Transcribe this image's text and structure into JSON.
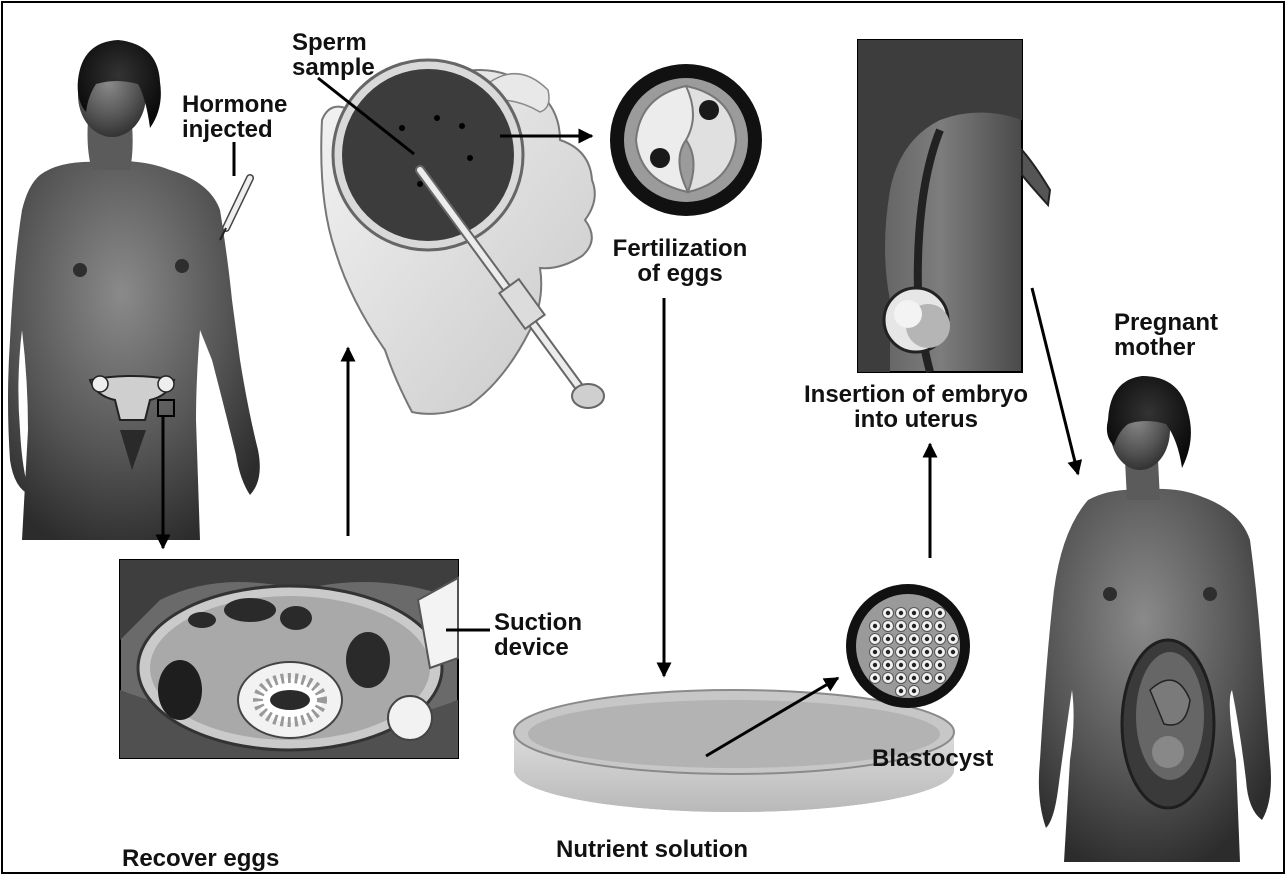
{
  "diagram": {
    "labels": {
      "sperm_sample_line1": "Sperm",
      "sperm_sample_line2": "sample",
      "hormone_line1": "Hormone",
      "hormone_line2": "injected",
      "fertilization_line1": "Fertilization",
      "fertilization_line2": "of eggs",
      "pregnant_line1": "Pregnant",
      "pregnant_line2": "mother",
      "insertion_line1": "Insertion of embryo",
      "insertion_line2": "into uterus",
      "suction_line1": "Suction",
      "suction_line2": "device",
      "blastocyst": "Blastocyst",
      "nutrient_solution": "Nutrient solution",
      "recover_eggs": "Recover eggs"
    }
  }
}
